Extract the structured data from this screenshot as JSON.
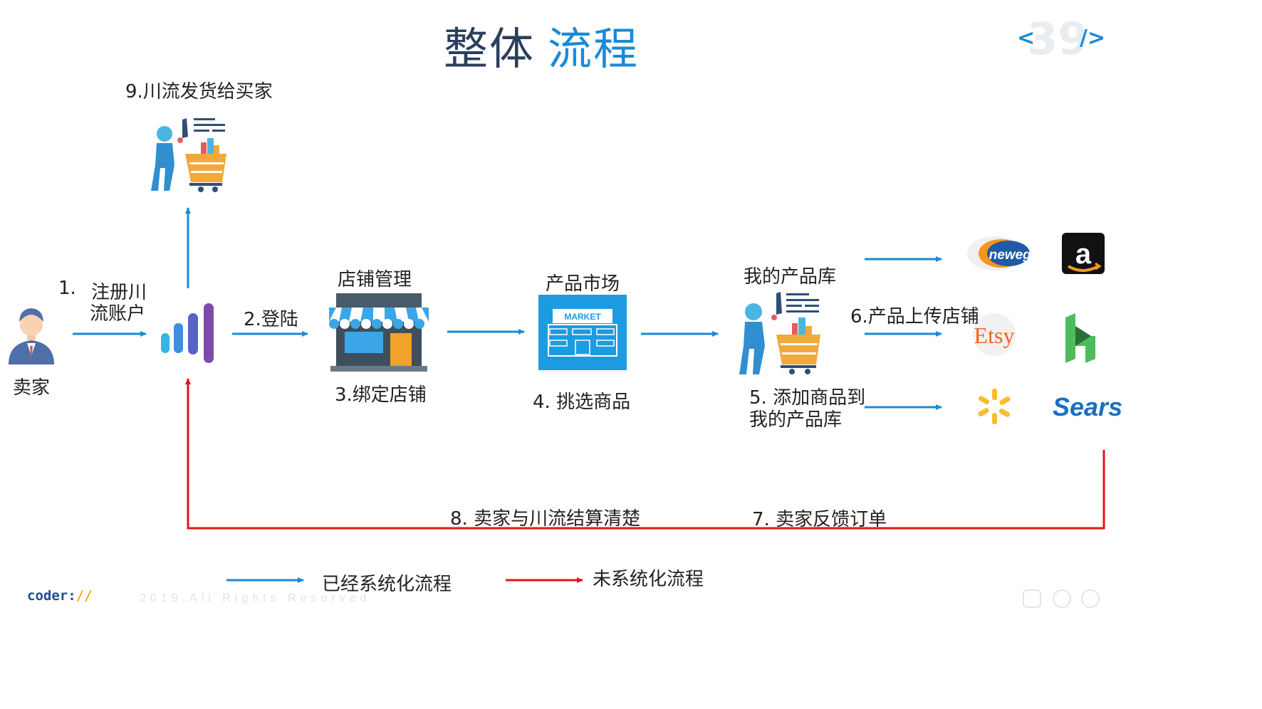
{
  "title": {
    "part1": "整体",
    "part2": "流程"
  },
  "page_number": {
    "left": "<",
    "number": "39",
    "right": "/>"
  },
  "nodes": {
    "seller": "卖家",
    "step1_line1": "1.",
    "step1_line2": "注册川",
    "step1_line3": "流账户",
    "step2": "2.登陆",
    "store_mgmt": "店铺管理",
    "step3": "3.绑定店铺",
    "market": "产品市场",
    "market_sign": "MARKET",
    "step4": "4. 挑选商品",
    "my_library": "我的产品库",
    "step5_line1": "5. 添加商品到",
    "step5_line2": "我的产品库",
    "step6": "6.产品上传店铺",
    "step7": "7. 卖家反馈订单",
    "step8": "8. 卖家与川流结算清楚",
    "step9": "9.川流发货给买家"
  },
  "platforms": {
    "newegg": "newegg",
    "amazon": "a",
    "etsy": "Etsy",
    "sears": "Sears"
  },
  "legend": {
    "blue": "已经系统化流程",
    "red": "未系统化流程"
  },
  "colors": {
    "blue_arrow": "#1b8ad6",
    "red_arrow": "#e0161b",
    "title_dark": "#2b3e5c",
    "title_blue": "#1b8ad6"
  },
  "footer": {
    "logo_text": "coder:",
    "logo_accent": "//",
    "copyright": "2019.All Rights Reserved"
  }
}
